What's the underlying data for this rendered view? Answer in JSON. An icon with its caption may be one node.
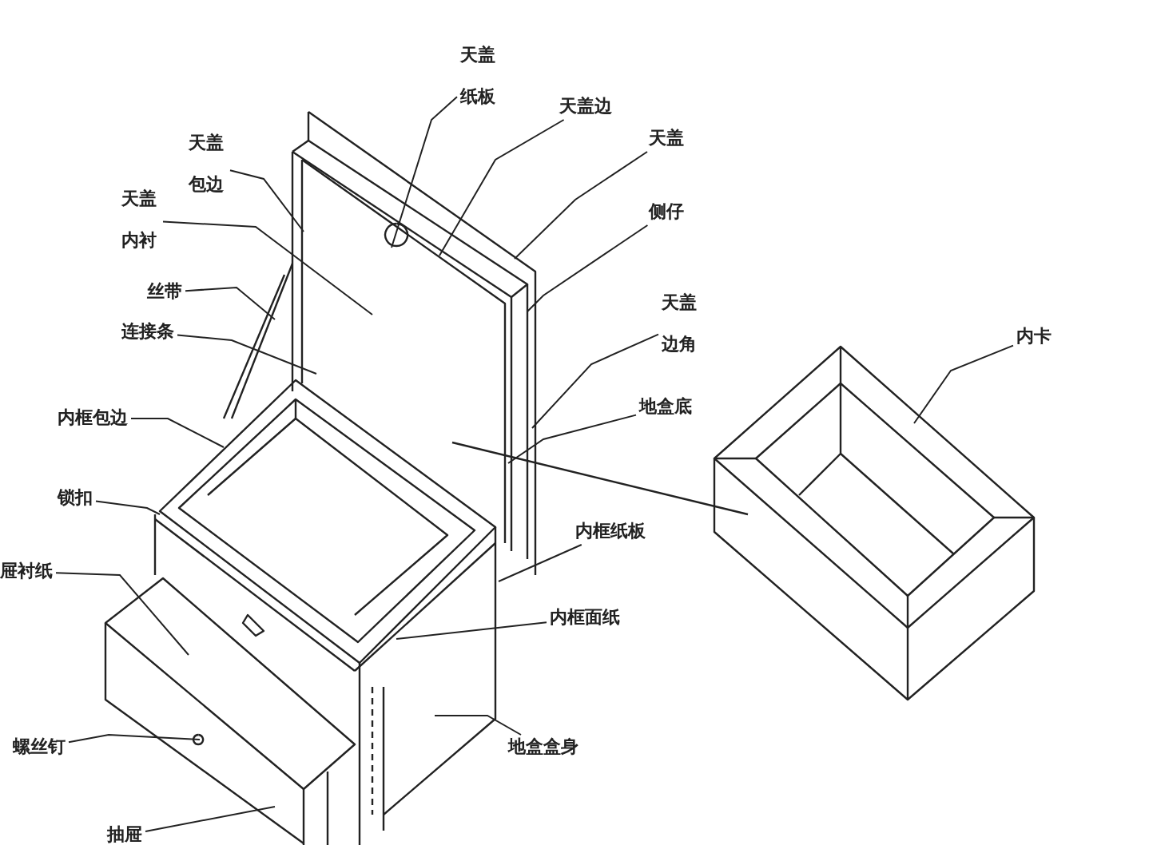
{
  "diagram": {
    "nodes": [
      {
        "text": [
          "天盖纸板"
        ]
      },
      {
        "text": [
          "天盖边"
        ]
      },
      {
        "text": [
          "天盖"
        ]
      },
      {
        "text": [
          "侧仔"
        ]
      },
      {
        "text": [
          "天盖边角"
        ]
      },
      {
        "text": [
          "地盒底"
        ]
      },
      {
        "text": [
          "天盖包边"
        ]
      },
      {
        "text": [
          "天盖内衬"
        ]
      },
      {
        "text": [
          "丝带"
        ]
      },
      {
        "text": [
          "连接条"
        ]
      },
      {
        "text": [
          "内框包边"
        ]
      },
      {
        "text": [
          "锁扣"
        ]
      },
      {
        "text": [
          "屉衬纸"
        ]
      },
      {
        "text": [
          "内框纸板"
        ]
      },
      {
        "text": [
          "内框面纸"
        ]
      },
      {
        "text": [
          "螺丝钉"
        ]
      },
      {
        "text": [
          "地盒盒身"
        ]
      },
      {
        "text": [
          "抽屉"
        ]
      },
      {
        "text": [
          "内卡"
        ]
      }
    ],
    "edges": [
      {
        "from": 0,
        "to": null,
        "arrow": "none"
      },
      {
        "from": 1,
        "to": null,
        "arrow": "none"
      },
      {
        "from": 2,
        "to": null,
        "arrow": "none"
      },
      {
        "from": 3,
        "to": null,
        "arrow": "none"
      },
      {
        "from": 4,
        "to": null,
        "arrow": "none"
      },
      {
        "from": 5,
        "to": null,
        "arrow": "none"
      },
      {
        "from": 6,
        "to": null,
        "arrow": "none"
      },
      {
        "from": 7,
        "to": null,
        "arrow": "none"
      },
      {
        "from": 8,
        "to": null,
        "arrow": "none"
      },
      {
        "from": 9,
        "to": null,
        "arrow": "none"
      },
      {
        "from": 10,
        "to": null,
        "arrow": "none"
      },
      {
        "from": 11,
        "to": null,
        "arrow": "none"
      },
      {
        "from": 12,
        "to": null,
        "arrow": "none"
      },
      {
        "from": 13,
        "to": null,
        "arrow": "none"
      },
      {
        "from": 14,
        "to": null,
        "arrow": "none"
      },
      {
        "from": 15,
        "to": null,
        "arrow": "none"
      },
      {
        "from": 16,
        "to": null,
        "arrow": "none"
      },
      {
        "from": 17,
        "to": null,
        "arrow": "none"
      },
      {
        "from": 18,
        "to": null,
        "arrow": "none"
      }
    ]
  }
}
